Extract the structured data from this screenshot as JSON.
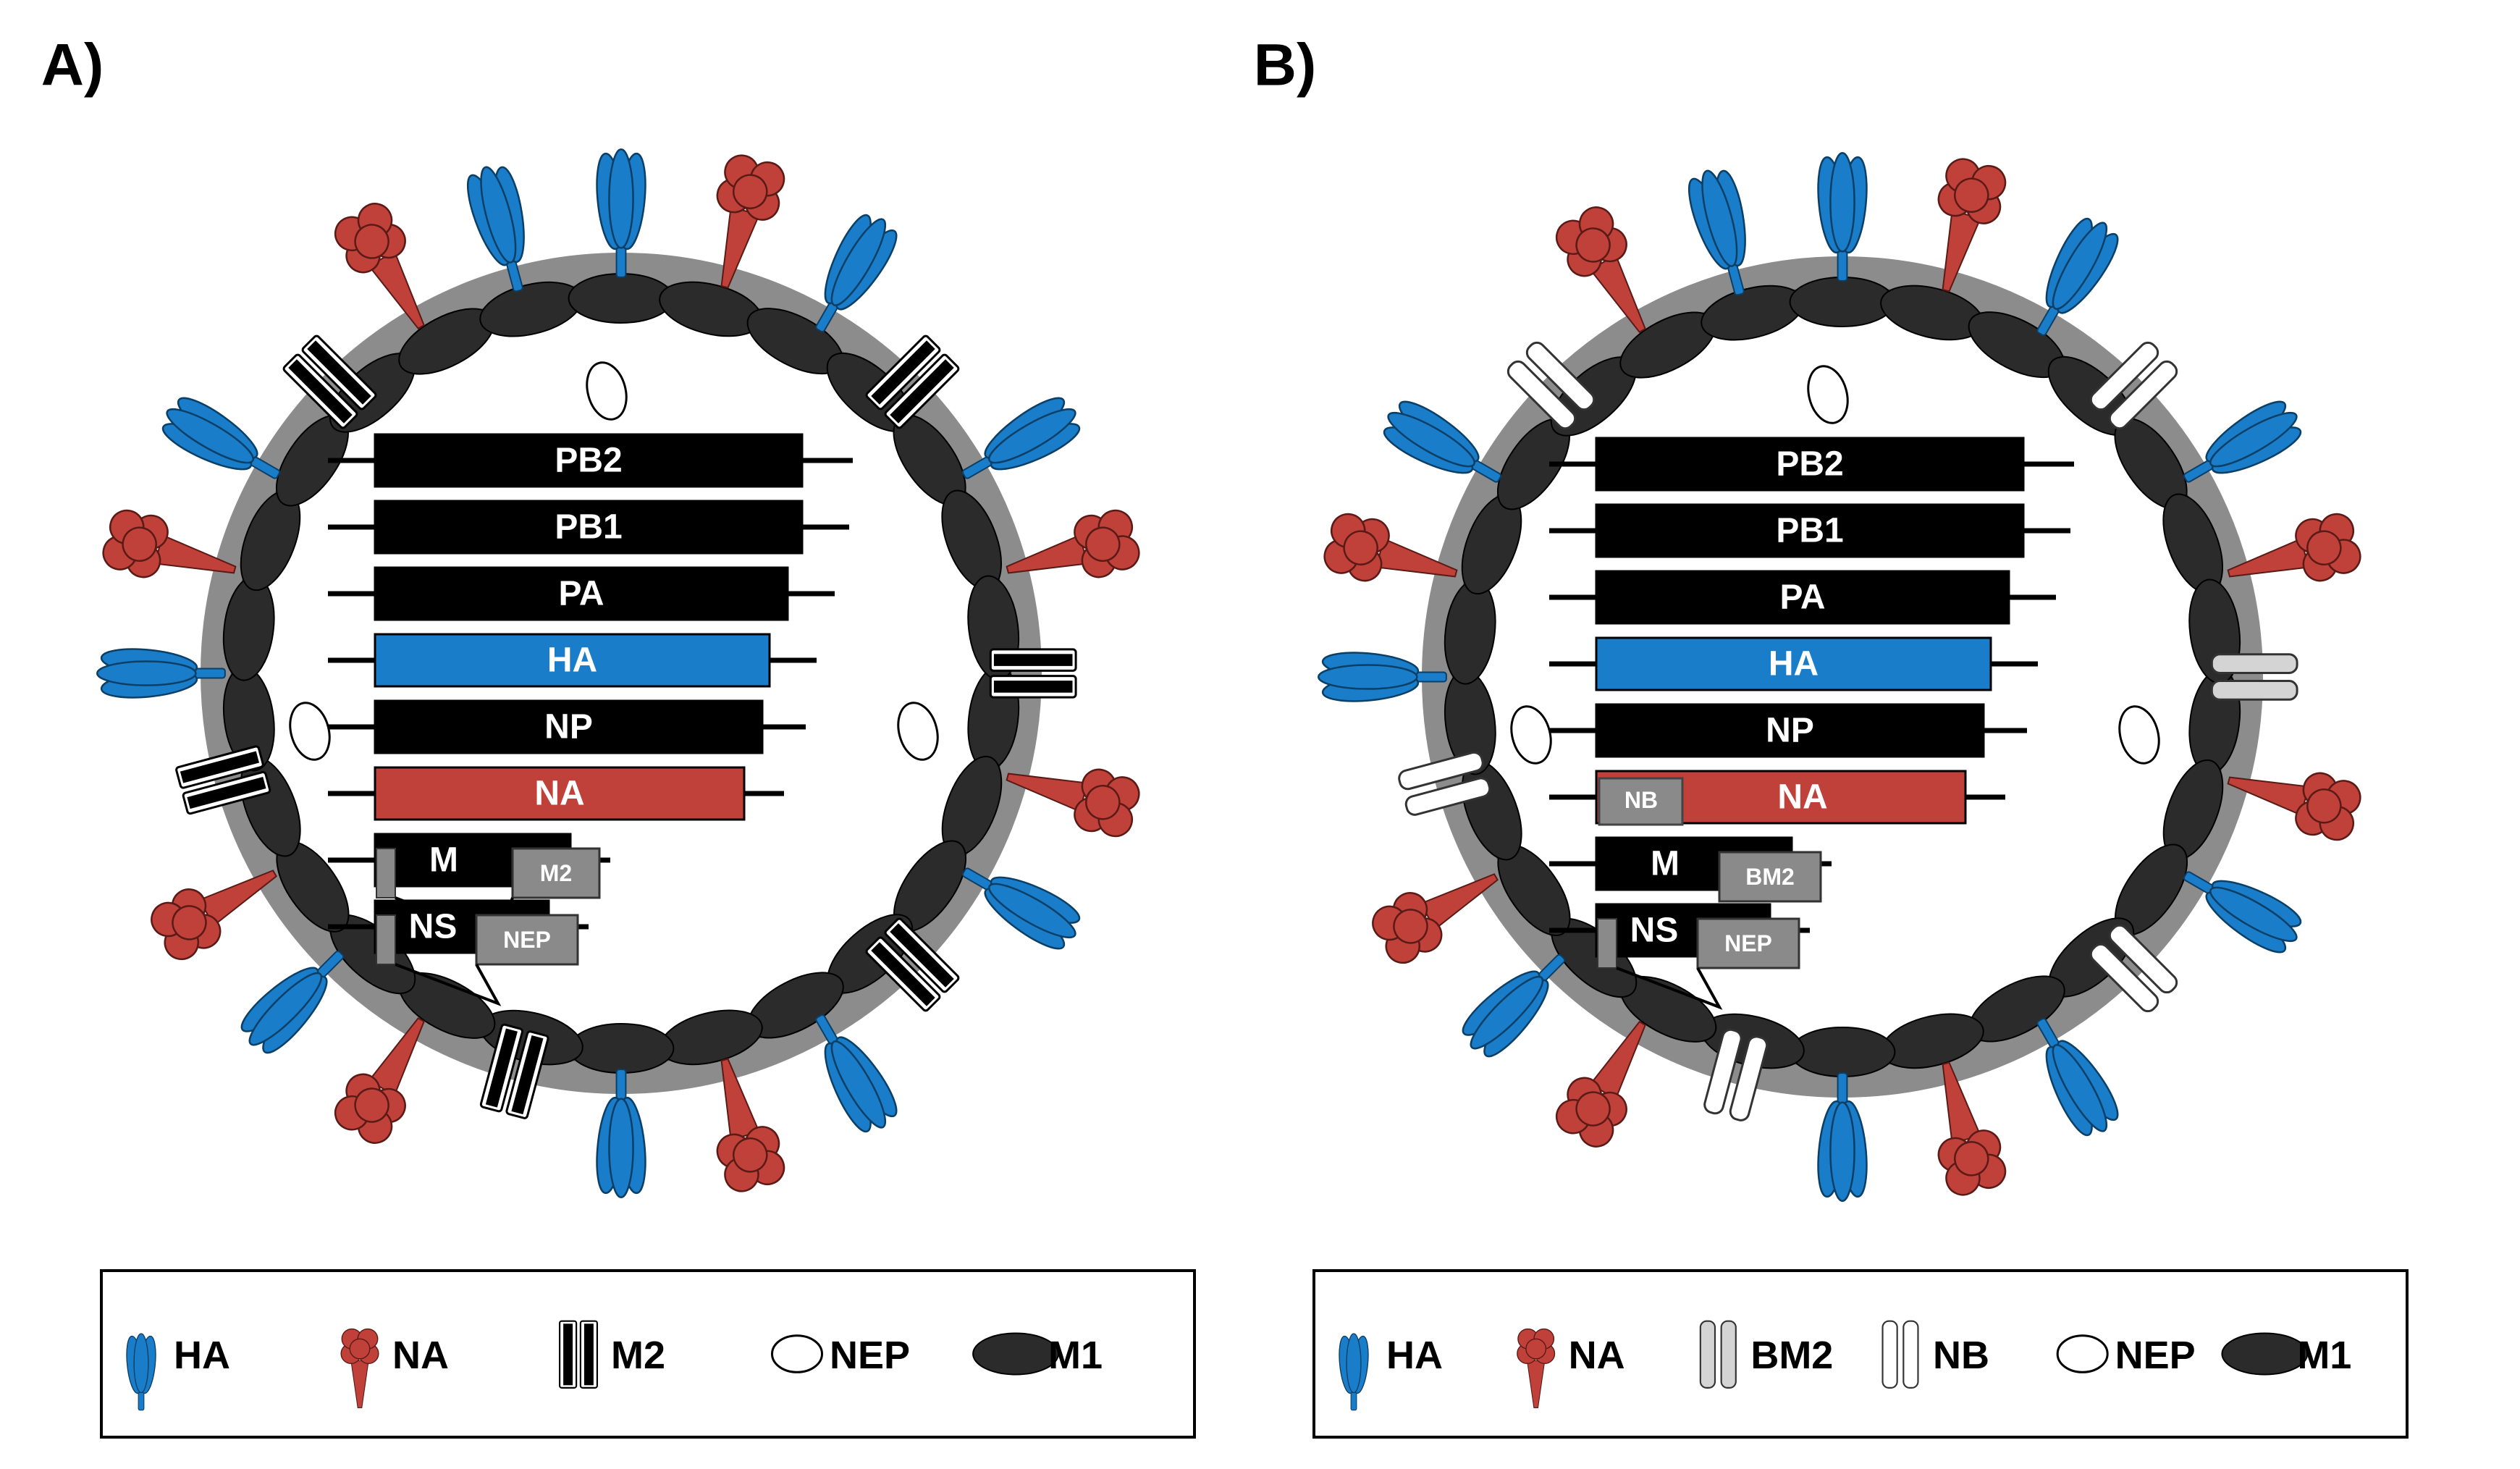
{
  "colors": {
    "ha": "#1a7dc9",
    "na": "#c0413a",
    "black": "#000000",
    "grey_membrane": "#8c8c8c",
    "m1": "#2b2b2b",
    "bm2": "#d4d4d4",
    "nb": "#ffffff",
    "small_box": "#8a8a8a"
  },
  "panels": [
    {
      "label": "A)",
      "segments": [
        {
          "name": "PB2",
          "color": "black"
        },
        {
          "name": "PB1",
          "color": "black"
        },
        {
          "name": "PA",
          "color": "black"
        },
        {
          "name": "HA",
          "color": "ha"
        },
        {
          "name": "NP",
          "color": "black"
        },
        {
          "name": "NA",
          "color": "na"
        },
        {
          "name": "M",
          "color": "black",
          "extra": "M2",
          "spliced": true
        },
        {
          "name": "NS",
          "color": "black",
          "extra": "NEP",
          "spliced": true
        }
      ],
      "channel_style": "m2",
      "legend": [
        {
          "icon": "ha",
          "label": "HA"
        },
        {
          "icon": "na",
          "label": "NA"
        },
        {
          "icon": "m2",
          "label": "M2"
        },
        {
          "icon": "nep",
          "label": "NEP"
        },
        {
          "icon": "m1",
          "label": "M1"
        }
      ]
    },
    {
      "label": "B)",
      "segments": [
        {
          "name": "PB2",
          "color": "black"
        },
        {
          "name": "PB1",
          "color": "black"
        },
        {
          "name": "PA",
          "color": "black"
        },
        {
          "name": "HA",
          "color": "ha"
        },
        {
          "name": "NP",
          "color": "black"
        },
        {
          "name": "NA",
          "color": "na",
          "extra": "NB"
        },
        {
          "name": "M",
          "color": "black",
          "extra": "BM2"
        },
        {
          "name": "NS",
          "color": "black",
          "extra": "NEP",
          "spliced": true
        }
      ],
      "channel_style": "b",
      "legend": [
        {
          "icon": "ha",
          "label": "HA"
        },
        {
          "icon": "na",
          "label": "NA"
        },
        {
          "icon": "bm2",
          "label": "BM2"
        },
        {
          "icon": "nb",
          "label": "NB"
        },
        {
          "icon": "nep",
          "label": "NEP"
        },
        {
          "icon": "m1",
          "label": "M1"
        }
      ]
    }
  ]
}
